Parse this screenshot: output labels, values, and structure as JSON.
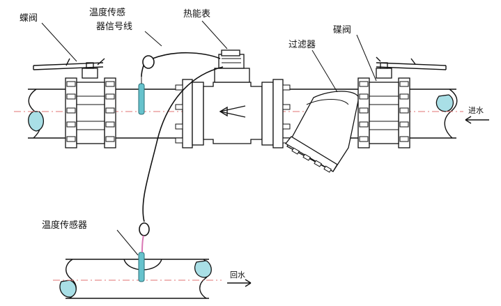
{
  "labels": {
    "butterfly_valve_left": "蝶阀",
    "temp_sensor_signal_line_1": "温度传感",
    "temp_sensor_signal_line_2": "器信号线",
    "heat_meter": "热能表",
    "filter": "过滤器",
    "butterfly_valve_right": "碟阀",
    "water_in": "进水",
    "temp_sensor": "温度传感器",
    "water_return": "回水"
  },
  "colors": {
    "line": "#111111",
    "pipe_cap": "#a9dfe6",
    "sensor": "#66c2cc",
    "centerline": "#e07070",
    "signal_wire": "#d977b4"
  }
}
